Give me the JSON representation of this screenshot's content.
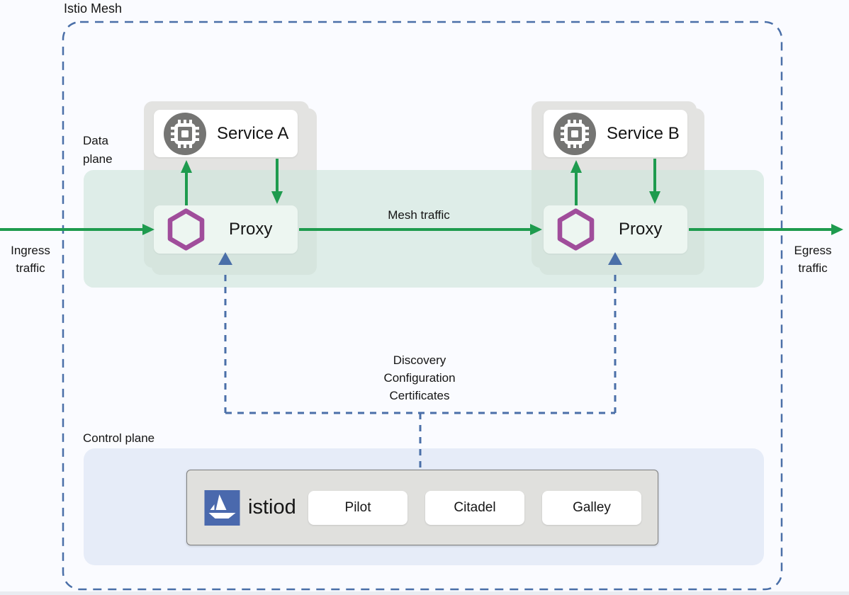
{
  "mesh": {
    "label": "Istio Mesh"
  },
  "data_plane": {
    "label_lines": [
      "Data",
      "plane"
    ],
    "band_color": "#dfeee8"
  },
  "control_plane": {
    "label": "Control plane",
    "band_color": "#e6ecf8",
    "istiod": {
      "label": "istiod",
      "components": [
        "Pilot",
        "Citadel",
        "Galley"
      ]
    }
  },
  "traffic": {
    "ingress_lines": [
      "Ingress",
      "traffic"
    ],
    "egress_lines": [
      "Egress",
      "traffic"
    ],
    "mesh_label": "Mesh traffic"
  },
  "control_link": {
    "lines": [
      "Discovery",
      "Configuration",
      "Certificates"
    ]
  },
  "workloads": [
    {
      "service": "Service A",
      "proxy": "Proxy"
    },
    {
      "service": "Service B",
      "proxy": "Proxy"
    }
  ],
  "icons": {
    "service": "microchip-icon",
    "proxy": "hexagon-icon",
    "istiod": "istio-sailboat-logo"
  },
  "colors": {
    "arrow_green": "#1e9b4e",
    "control_blue": "#4a6fa8",
    "hexagon_purple": "#a04d9b",
    "service_icon_gray": "#757573",
    "pod_gray": "#e3e3e1",
    "istiod_box_gray": "#e0e0dd",
    "istio_logo_blue": "#4a69ad",
    "page_background": "#fafbff"
  }
}
